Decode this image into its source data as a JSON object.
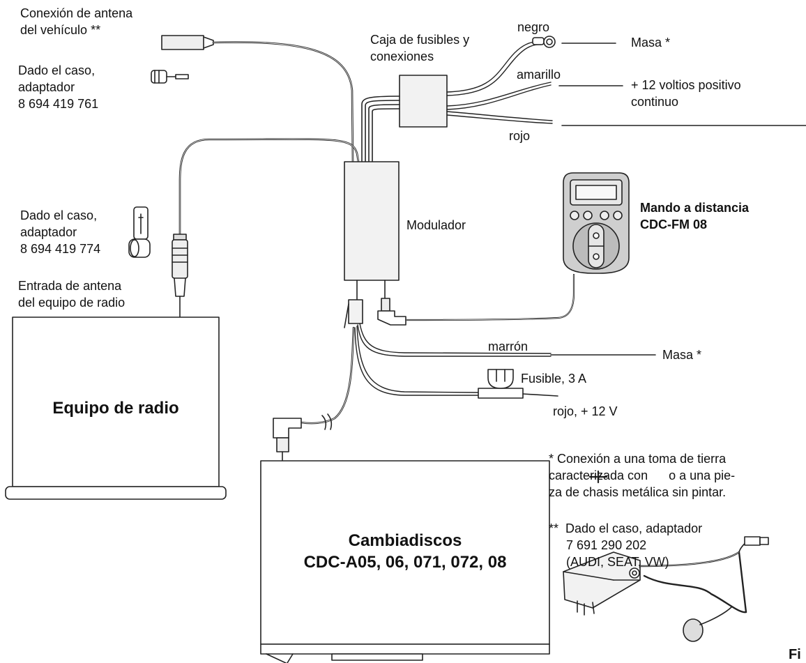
{
  "labels": {
    "antenna_conn": "Conexión de antena\ndel vehículo **",
    "adapter1": "Dado el caso,\nadaptador\n8 694 419 761",
    "adapter2": "Dado el caso,\nadaptador\n8 694 419 774",
    "antenna_in": "Entrada de antena\ndel equipo de radio",
    "fusebox": "Caja de fusibles y\nconexiones",
    "black": "negro",
    "yellow": "amarillo",
    "red_top": "rojo",
    "ground1": "Masa *",
    "plus12": "+ 12 voltios positivo\ncontinuo",
    "modulator": "Modulador",
    "remote": "Mando a distancia\nCDC-FM 08",
    "brown": "marrón",
    "ground2": "Masa *",
    "fuse": "Fusible, 3 A",
    "red_12v": "rojo, + 12 V",
    "radio": "Equipo de radio",
    "changer": "Cambiadiscos\nCDC-A05, 06, 071, 072, 08",
    "note1": "* Conexión a una toma de tierra\ncaracterizada con      o a una pie-\nza de chasis metálica sin pintar.",
    "note2": "**  Dado el caso, adaptador\n     7 691 290 202\n     (AUDI, SEAT, VW)",
    "fig": "Fi"
  },
  "colors": {
    "stroke": "#222222",
    "box_fill": "#f2f2f2",
    "remote_fill": "#cfcfcf",
    "text": "#111111"
  }
}
